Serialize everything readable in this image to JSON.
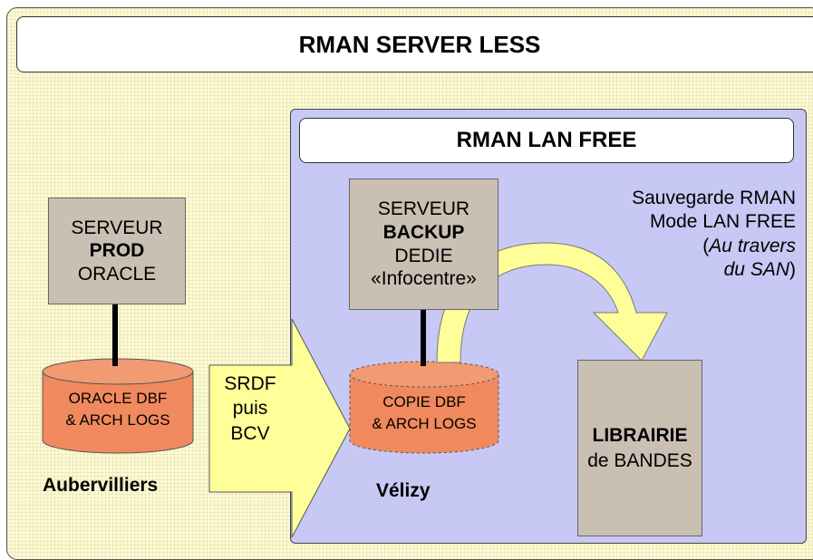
{
  "title": "RMAN SERVER LESS",
  "lan_free_title": "RMAN LAN FREE",
  "prod_server": {
    "line1": "SERVEUR",
    "line2": "PROD",
    "line3": "ORACLE"
  },
  "prod_storage": {
    "line1": "ORACLE DBF",
    "line2": "& ARCH LOGS"
  },
  "prod_site": "Aubervilliers",
  "transfer": {
    "line1": "SRDF",
    "line2": "puis",
    "line3": "BCV"
  },
  "backup_server": {
    "line1": "SERVEUR",
    "line2": "BACKUP",
    "line3": "DEDIE",
    "line4": "«Infocentre»"
  },
  "copy_storage": {
    "line1": "COPIE DBF",
    "line2": "& ARCH LOGS"
  },
  "backup_site": "Vélizy",
  "backup_note": {
    "line1": "Sauvegarde RMAN",
    "line2": "Mode LAN FREE",
    "paren_open": "(",
    "line3": "Au travers",
    "line4": "du SAN",
    "paren_close": ")"
  },
  "library": {
    "line1": "LIBRAIRIE",
    "line2": "de BANDES"
  },
  "colors": {
    "background": "#fdfbd6",
    "lan_panel": "#c8c8f5",
    "server": "#c9bfb3",
    "cylinder": "#f08a5e",
    "arrow": "#ffff99"
  }
}
